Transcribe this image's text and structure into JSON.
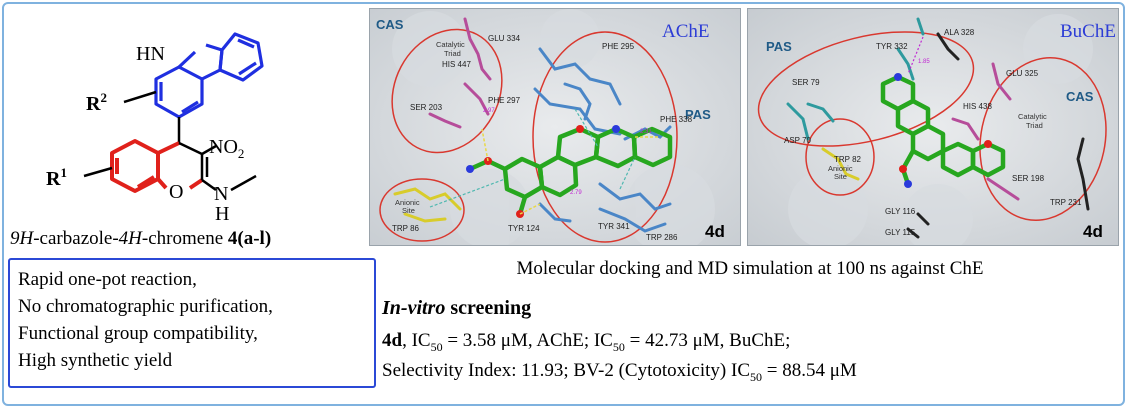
{
  "structure": {
    "nh_label": "HN",
    "r2_label": "R",
    "r2_sup": "2",
    "r1_label": "R",
    "r1_sup": "1",
    "no2_label": "NO",
    "no2_sub": "2",
    "o_label": "O",
    "n_label": "N",
    "h_label": "H"
  },
  "compound_caption": {
    "prefix_italic_1": "9H",
    "middle_1": "-carbazole-",
    "prefix_italic_2": "4H",
    "middle_2": "-chromene ",
    "compound_id": "4(a-l)"
  },
  "features": [
    "Rapid one-pot reaction,",
    "No chromatographic purification,",
    "Functional group compatibility,",
    "High synthetic yield"
  ],
  "ache_panel": {
    "enzyme": "AChE",
    "compound_tag": "4d",
    "sites": {
      "cas": "CAS",
      "pas": "PAS",
      "catalytic_1": "Catalytic",
      "catalytic_2": "Triad",
      "anionic_1": "Anionic",
      "anionic_2": "Site"
    },
    "residues": [
      "GLU 334",
      "HIS 447",
      "SER 203",
      "PHE 297",
      "PHE 295",
      "PHE 338",
      "TRP 86",
      "TYR 124",
      "TYR 341",
      "TRP 286"
    ],
    "distances": [
      "2.97",
      "2.31",
      "2.79"
    ]
  },
  "buche_panel": {
    "enzyme": "BuChE",
    "compound_tag": "4d",
    "sites": {
      "pas": "PAS",
      "cas": "CAS",
      "catalytic_1": "Catalytic",
      "catalytic_2": "Triad",
      "anionic_1": "Anionic",
      "anionic_2": "Site"
    },
    "residues": [
      "TYR 332",
      "ALA 328",
      "GLU 325",
      "SER 79",
      "HIS 438",
      "ASP 70",
      "TRP 82",
      "SER 198",
      "GLY 116",
      "GLY 115",
      "TRP 231"
    ],
    "distances": [
      "1.85"
    ]
  },
  "docking_caption": "Molecular docking and MD simulation at 100 ns against ChE",
  "screening": {
    "title_italic": "In-vitro",
    "title_rest": " screening",
    "line1": {
      "compound": "4d",
      "ic_prefix_1": ", IC",
      "ic_sub_1": "50",
      "value_1": " = 3.58 μM, AChE; IC",
      "ic_sub_2": "50",
      "value_2": " = 42.73 μM, BuChE;"
    },
    "line2": {
      "text": "Selectivity Index: 11.93; BV-2 (Cytotoxicity) IC",
      "ic_sub": "50",
      "value": " = 88.54 μM"
    }
  },
  "colors": {
    "frame": "#7fb2df",
    "carbazole": "#1f2fe0",
    "chromene": "#e0211b",
    "feature_box": "#2b49d6",
    "enzyme_label": "#2c3cd6",
    "site_ellipse": "#d9382f",
    "ligand": "#27a71f",
    "residue_blue": "#4a86c7",
    "residue_magenta": "#b64d9a",
    "residue_yellow": "#d8cc2b",
    "residue_teal": "#2e9a9e"
  }
}
